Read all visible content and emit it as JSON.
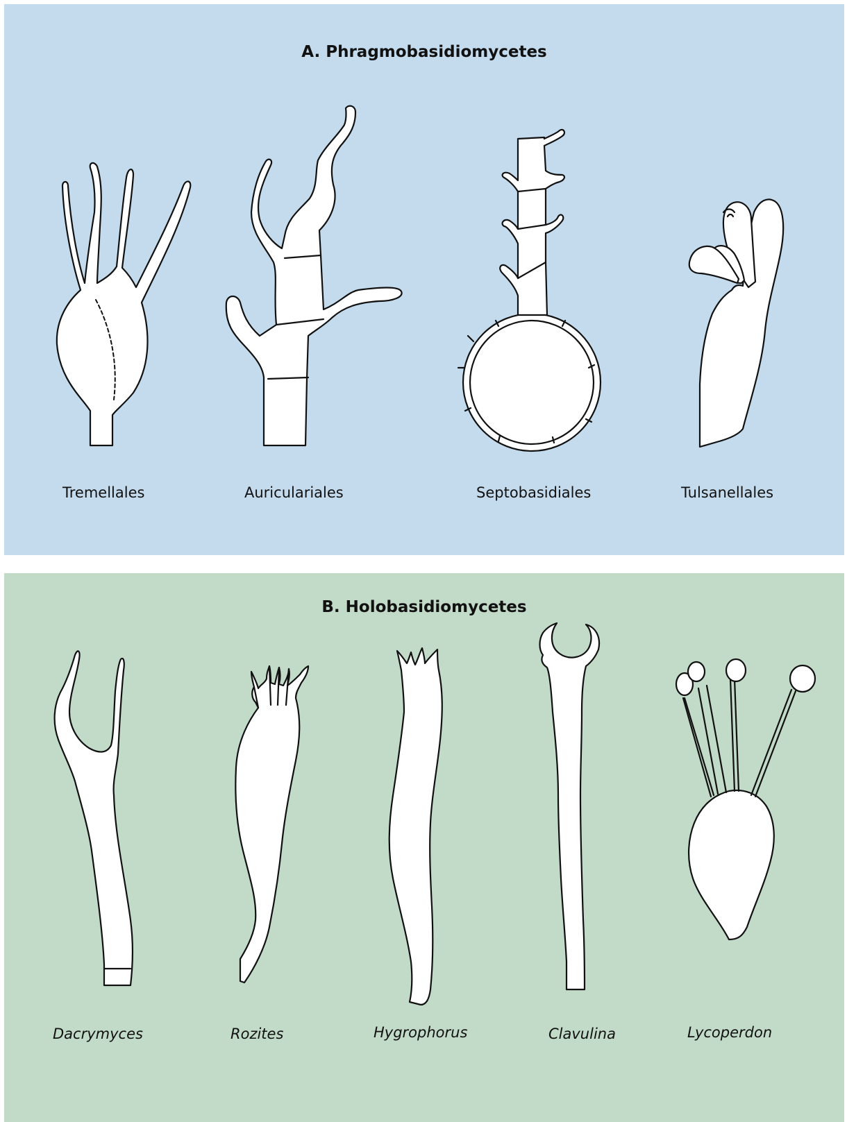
{
  "panel_a": {
    "title": "A. Phragmobasidiomycetes",
    "color": "#c4dbed",
    "labels": [
      "Tremellales",
      "Auriculariales",
      "Septobasidiales",
      "Tulsanellales"
    ]
  },
  "panel_b": {
    "title": "B. Holobasidiomycetes",
    "color": "#c2dac8",
    "labels": [
      "Dacrymyces",
      "Rozites",
      "Hygrophorus",
      "Clavulina",
      "Lycoperdon"
    ]
  }
}
